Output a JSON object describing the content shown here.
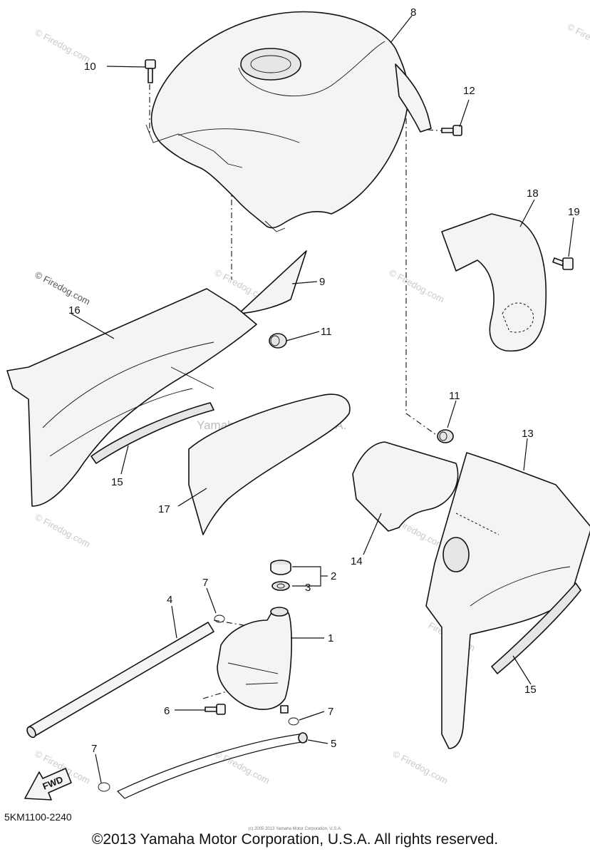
{
  "diagram": {
    "watermark_center": "Yamaha Motor Corp, U.S.A.",
    "watermark_brand": "© Firedog.com",
    "watermark_brand_short": "Firedog.com",
    "direction_label": "FWD",
    "callouts": {
      "c1": "1",
      "c2": "2",
      "c3": "3",
      "c4": "4",
      "c5": "5",
      "c6": "6",
      "c7a": "7",
      "c7b": "7",
      "c7c": "7",
      "c8": "8",
      "c9": "9",
      "c10": "10",
      "c11a": "11",
      "c11b": "11",
      "c12": "12",
      "c13": "13",
      "c14": "14",
      "c15a": "15",
      "c15b": "15",
      "c16": "16",
      "c17": "17",
      "c18": "18",
      "c19": "19"
    }
  },
  "footer": {
    "diagram_code": "5KM1100-2240",
    "copyright": "©2013 Yamaha Motor Corporation, U.S.A. All rights reserved.",
    "tiny_copyright": "(c) 2005 2013 Yamaha Motor Corporation, U.S.A."
  }
}
